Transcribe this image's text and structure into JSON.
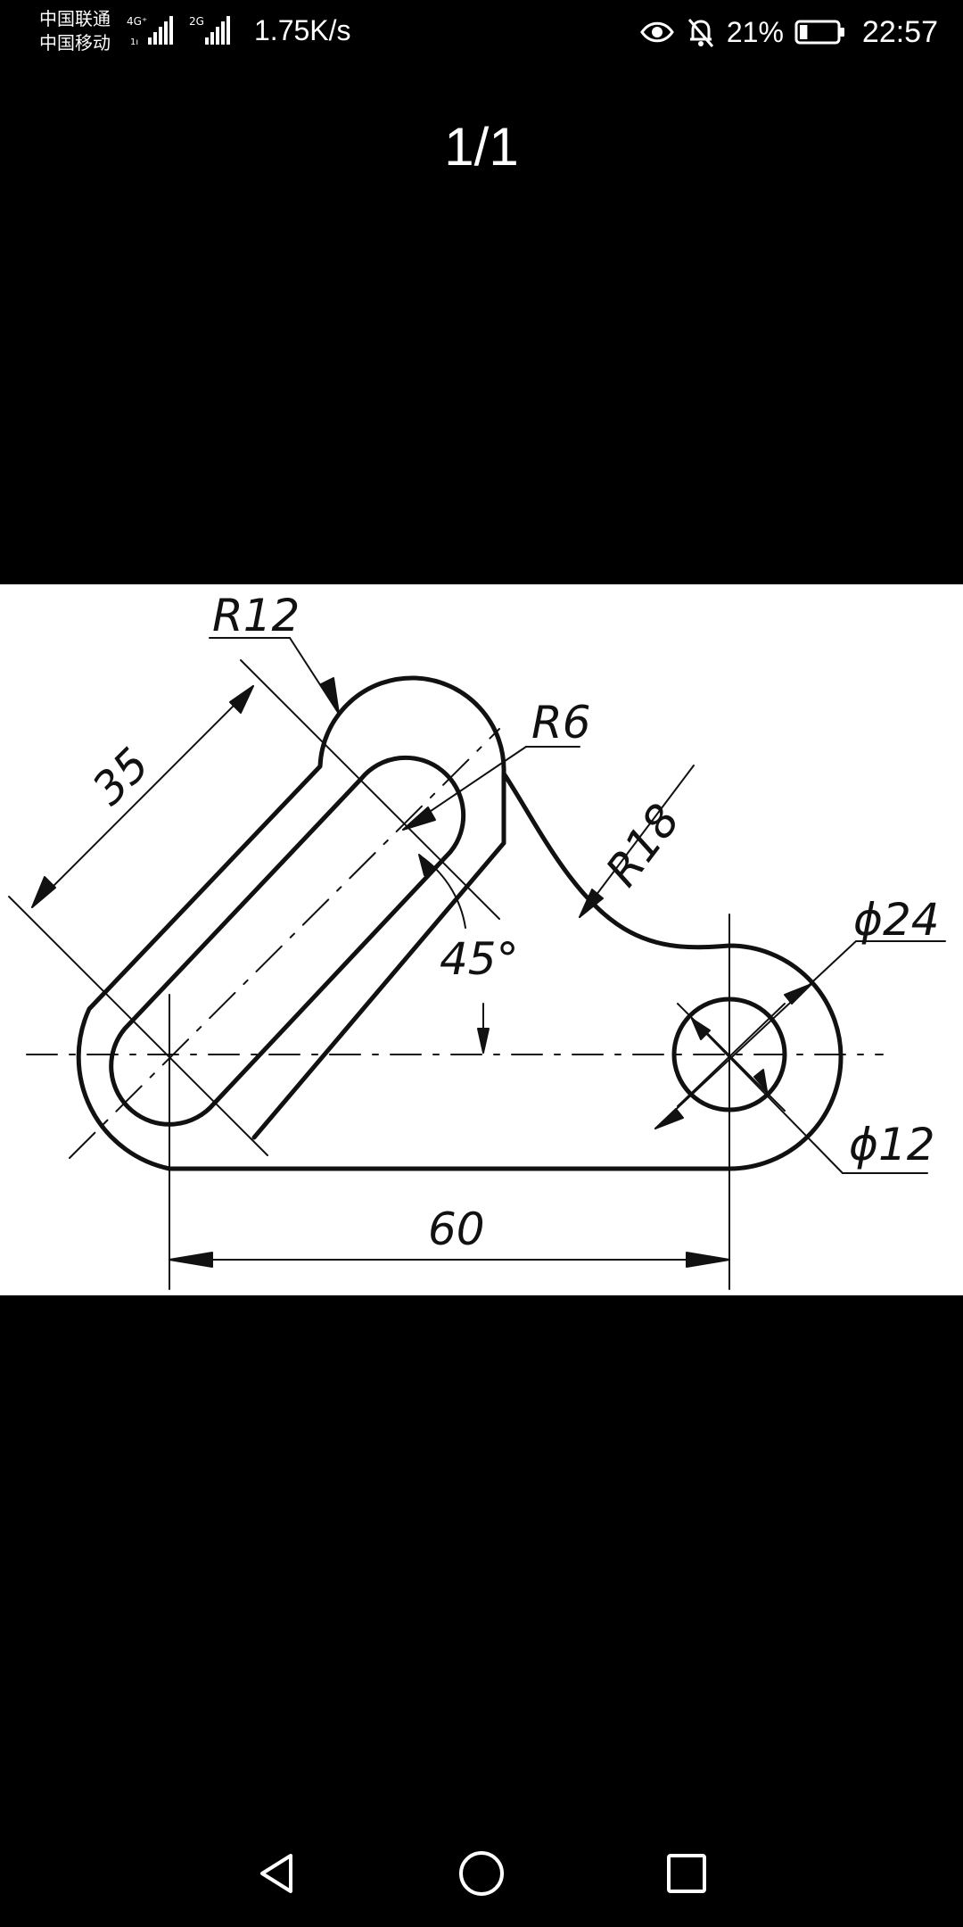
{
  "status_bar": {
    "carrier_1": "中国联通",
    "carrier_2": "中国移动",
    "network_1": "4G⁺",
    "network_2": "2G",
    "net_speed": "1.75K/s",
    "battery_percent": "21%",
    "battery_level": 0.21,
    "time": "22:57",
    "icons": [
      "eye-icon",
      "bell-off-icon",
      "battery-icon",
      "signal-icon"
    ]
  },
  "viewer": {
    "page_indicator": "1/1"
  },
  "drawing": {
    "labels": {
      "r12": "R12",
      "r6": "R6",
      "r18": "R18",
      "len35": "35",
      "angle45": "45°",
      "dia24": "ϕ24",
      "dia12": "ϕ12",
      "len60": "60"
    }
  },
  "nav_bar": {
    "buttons": [
      "back",
      "home",
      "recents"
    ]
  },
  "colors": {
    "background": "#000000",
    "image_background": "#ffffff",
    "line": "#111111",
    "status_text": "#ffffff"
  }
}
